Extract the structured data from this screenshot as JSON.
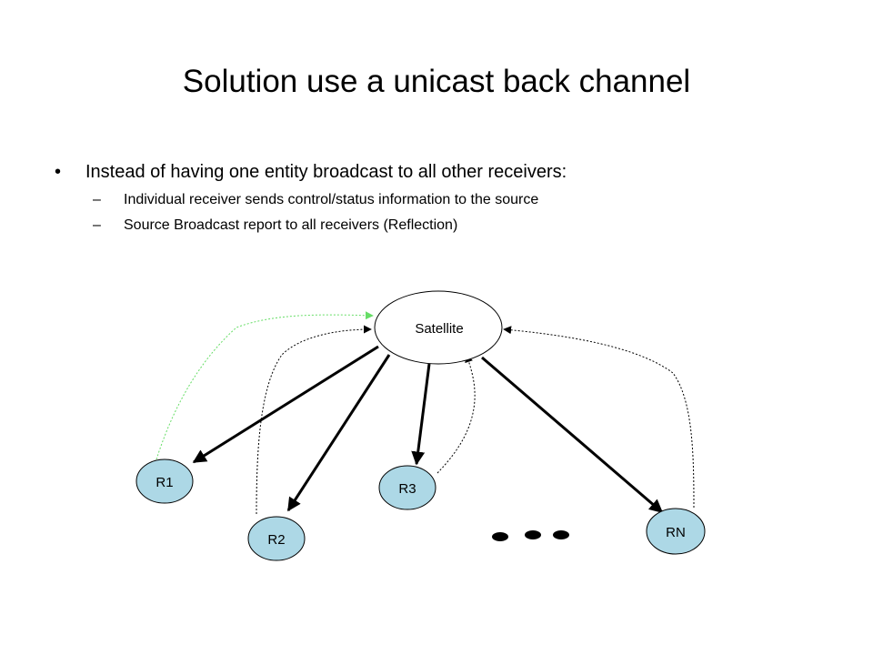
{
  "slide": {
    "title": "Solution use a unicast back channel",
    "bullets": [
      {
        "text": "Instead of having one entity broadcast to all other receivers:",
        "sub": [
          "Individual receiver sends control/status information to the source",
          "Source Broadcast report to all receivers (Reflection)"
        ]
      }
    ],
    "bullet_symbol": "•",
    "sub_bullet_symbol": "–"
  },
  "diagram": {
    "nodes": {
      "satellite": "Satellite",
      "r1": "R1",
      "r2": "R2",
      "r3": "R3",
      "rn": "RN"
    },
    "colors": {
      "receiver_fill": "#add8e6",
      "edge": "#000000",
      "feedback_green": "#66dd66"
    }
  }
}
